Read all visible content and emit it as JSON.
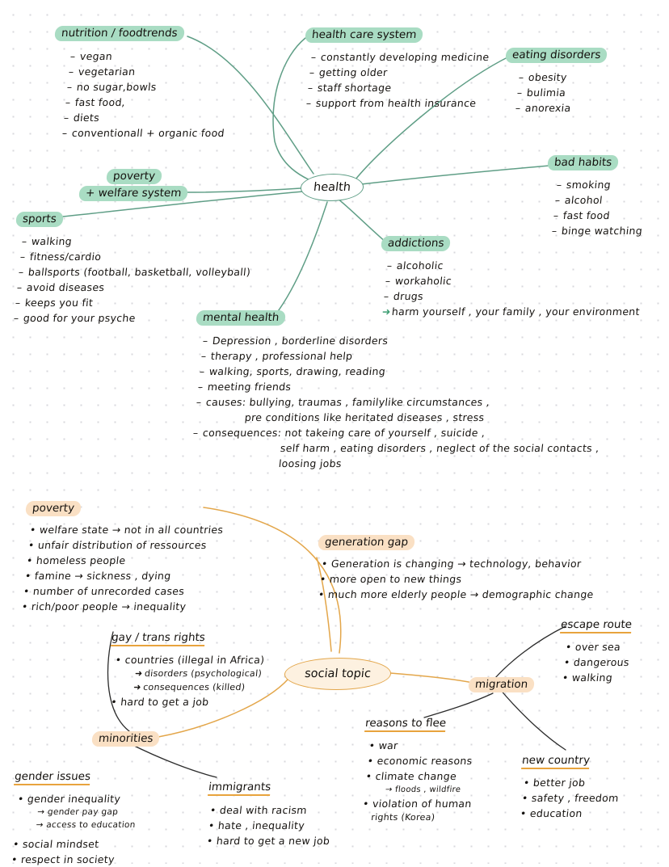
{
  "meta": {
    "colors": {
      "green_highlight": "#a9dcc3",
      "green_line": "#5f9e86",
      "peach_highlight": "#fae0c4",
      "orange_line": "#e3a64a",
      "ink": "#15120f",
      "paper_dot": "#d8d8dd"
    }
  },
  "map_health": {
    "center": "health",
    "branches": {
      "nutrition": {
        "title": "nutrition / foodtrends",
        "items": [
          "vegan",
          "vegetarian",
          "no sugar,bowls",
          "fast food,",
          "diets",
          "conventionall + organic food"
        ]
      },
      "health_care_system": {
        "title": "health care system",
        "items": [
          "constantly developing medicine",
          "getting older",
          "staff shortage",
          "support from health insurance"
        ]
      },
      "eating_disorders": {
        "title": "eating disorders",
        "items": [
          "obesity",
          "bulimia",
          "anorexia"
        ]
      },
      "bad_habits": {
        "title": "bad habits",
        "items": [
          "smoking",
          "alcohol",
          "fast food",
          "binge watching"
        ]
      },
      "poverty": {
        "title": "poverty",
        "subtitle": "+ welfare system"
      },
      "sports": {
        "title": "sports",
        "items": [
          "walking",
          "fitness/cardio",
          "ballsports (football, basketball, volleyball)",
          "avoid diseases",
          "keeps you fit",
          "good for your psyche"
        ]
      },
      "addictions": {
        "title": "addictions",
        "items": [
          "alcoholic",
          "workaholic",
          "drugs"
        ],
        "arrow_item": "harm yourself , your family , your environment"
      },
      "mental_health": {
        "title": "mental health",
        "items": [
          "Depression , borderline disorders",
          "therapy , professional help",
          "walking, sports, drawing, reading",
          "meeting friends"
        ],
        "causes_label": "causes: bullying, traumas , familylike circumstances ,",
        "causes_cont": "pre conditions like heritated diseases , stress",
        "consequences_label": "consequences: not takeing care of yourself , suicide ,",
        "consequences_cont1": "self harm , eating disorders , neglect of the social contacts ,",
        "consequences_cont2": "loosing jobs"
      }
    }
  },
  "map_social": {
    "center": "social topic",
    "branches": {
      "poverty": {
        "title": "poverty",
        "items": [
          "welfare state → not in all countries",
          "unfair distribution of ressources",
          "homeless people",
          "famine → sickness , dying",
          "number of unrecorded cases",
          "rich/poor people → inequality"
        ]
      },
      "generation_gap": {
        "title": "generation gap",
        "items": [
          "Generation is changing → technology, behavior",
          "more open to new things",
          "much more elderly people → demographic change"
        ]
      },
      "gay_trans_rights": {
        "title": "gay / trans rights",
        "items": [
          "countries (illegal in Africa)",
          "hard to get a job"
        ],
        "subitems": [
          "disorders (psychological)",
          "consequences (killed)"
        ]
      },
      "migration": {
        "title": "migration"
      },
      "escape_route": {
        "title": "escape route",
        "items": [
          "over sea",
          "dangerous",
          "walking"
        ]
      },
      "reasons_to_flee": {
        "title": "reasons to flee",
        "items": [
          "war",
          "economic reasons",
          "climate change",
          "violation of human"
        ],
        "climate_sub": "→ floods , wildfire",
        "violation_cont": "rights (Korea)"
      },
      "new_country": {
        "title": "new country",
        "items": [
          "better job",
          "safety , freedom",
          "education"
        ]
      },
      "minorities": {
        "title": "minorities"
      },
      "gender_issues": {
        "title": "gender issues",
        "items": [
          "gender inequality",
          "social mindset",
          "respect in society"
        ],
        "subitems": [
          "→ gender pay gap",
          "→ access to education"
        ]
      },
      "immigrants": {
        "title": "immigrants",
        "items": [
          "deal with racism",
          "hate , inequality",
          "hard to get a new job"
        ]
      }
    }
  }
}
